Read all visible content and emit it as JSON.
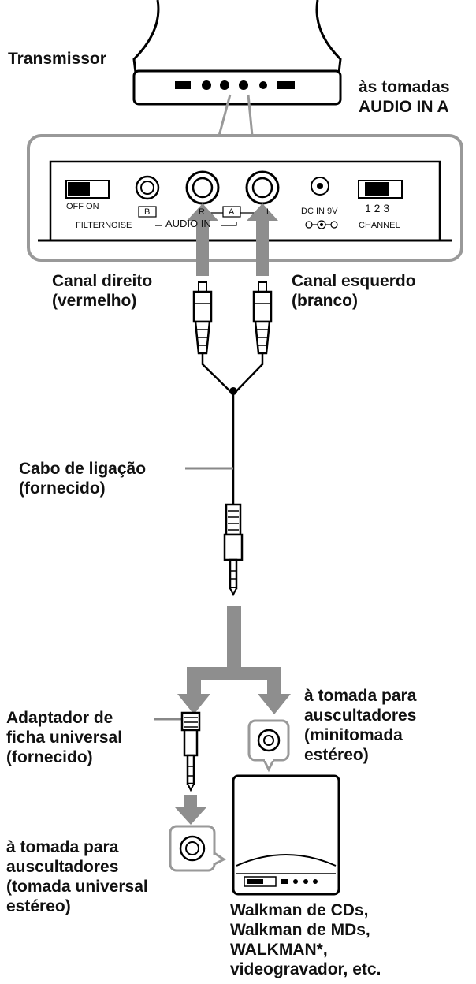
{
  "labels": {
    "transmitter": "Transmissor",
    "to_audio_in_a": "às tomadas\nAUDIO IN A",
    "right_channel": "Canal direito\n(vermelho)",
    "left_channel": "Canal esquerdo\n(branco)",
    "cable": "Cabo de ligação\n(fornecido)",
    "adapter": "Adaptador de\nficha universal\n(fornecido)",
    "headphone_mini": "à tomada para\nauscultadores\n(minitomada\nestéreo)",
    "headphone_std": "à tomada para\nauscultadores\n(tomada universal\nestéreo)",
    "devices": "Walkman de CDs,\nWalkman de MDs,\nWALKMAN*,\nvideogravador, etc."
  },
  "panel": {
    "off_on": "OFF ON",
    "b": "B",
    "r": "R",
    "a": "A",
    "l": "L",
    "filter_noise": "FILTERNOISE",
    "audio_in": "AUDIO IN",
    "dc_in": "DC IN 9V",
    "channel_nums": "1 2 3",
    "channel": "CHANNEL"
  }
}
